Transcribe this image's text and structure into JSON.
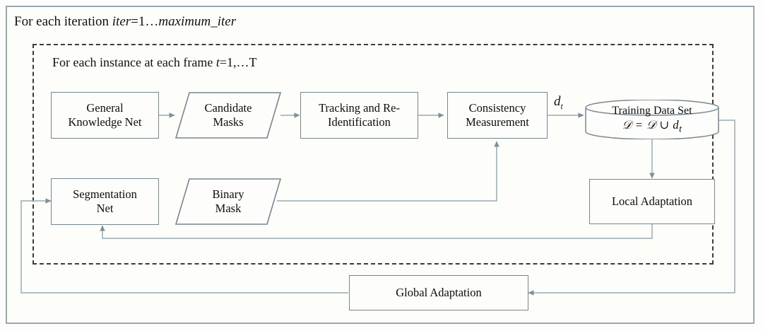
{
  "diagram": {
    "type": "flowchart",
    "outer_loop_label_parts": {
      "prefix": "For each iteration ",
      "var": "iter",
      "eq": "=1…",
      "max": "maximum_iter"
    },
    "outer_loop_label": "For each iteration iter=1…maximum_iter",
    "inner_loop_label_parts": {
      "prefix": "For each instance at each frame ",
      "var": "t",
      "range": "=1,…T"
    },
    "inner_loop_label": "For each instance at each frame t=1,…T",
    "colors": {
      "node_border": "#77878f",
      "outer_frame_border": "#9aa9ae",
      "dashed_frame_border": "#3b3b3b",
      "wire": "#8fa0a8",
      "arrow_head": "#7e8f98",
      "background": "#fdfdfb",
      "text": "#0d0d0d"
    },
    "nodes": [
      {
        "id": "general-knowledge-net",
        "shape": "rect",
        "line1": "General",
        "line2": "Knowledge Net"
      },
      {
        "id": "candidate-masks",
        "shape": "parallelogram",
        "line1": "Candidate",
        "line2": "Masks"
      },
      {
        "id": "tracking-reidentification",
        "shape": "rect",
        "line1": "Tracking and Re-",
        "line2": "Identification"
      },
      {
        "id": "consistency-measurement",
        "shape": "rect",
        "line1": "Consistency",
        "line2": "Measurement"
      },
      {
        "id": "training-data-set",
        "shape": "cylinder",
        "line1": "Training Data Set",
        "formula": "𝒟 = 𝒟 ∪ d",
        "formula_sub": "t"
      },
      {
        "id": "segmentation-net",
        "shape": "rect",
        "line1": "Segmentation",
        "line2": "Net"
      },
      {
        "id": "binary-mask",
        "shape": "parallelogram",
        "line1": "Binary",
        "line2": "Mask"
      },
      {
        "id": "local-adaptation",
        "shape": "rect",
        "line1": "Local Adaptation",
        "line2": ""
      },
      {
        "id": "global-adaptation",
        "shape": "rect",
        "line1": "Global Adaptation",
        "line2": ""
      }
    ],
    "edge_labels": [
      {
        "id": "dt",
        "text": "d",
        "sub": "t"
      }
    ],
    "edges": [
      {
        "from": "general-knowledge-net",
        "to": "candidate-masks"
      },
      {
        "from": "candidate-masks",
        "to": "tracking-reidentification"
      },
      {
        "from": "tracking-reidentification",
        "to": "consistency-measurement"
      },
      {
        "from": "consistency-measurement",
        "to": "training-data-set",
        "label": "dt"
      },
      {
        "from": "binary-mask",
        "to": "consistency-measurement"
      },
      {
        "from": "training-data-set",
        "to": "local-adaptation"
      },
      {
        "from": "local-adaptation",
        "to": "segmentation-net"
      },
      {
        "from": "segmentation-net",
        "to": "binary-mask"
      },
      {
        "from": "training-data-set",
        "to": "global-adaptation"
      },
      {
        "from": "global-adaptation",
        "to": "segmentation-net"
      }
    ]
  }
}
